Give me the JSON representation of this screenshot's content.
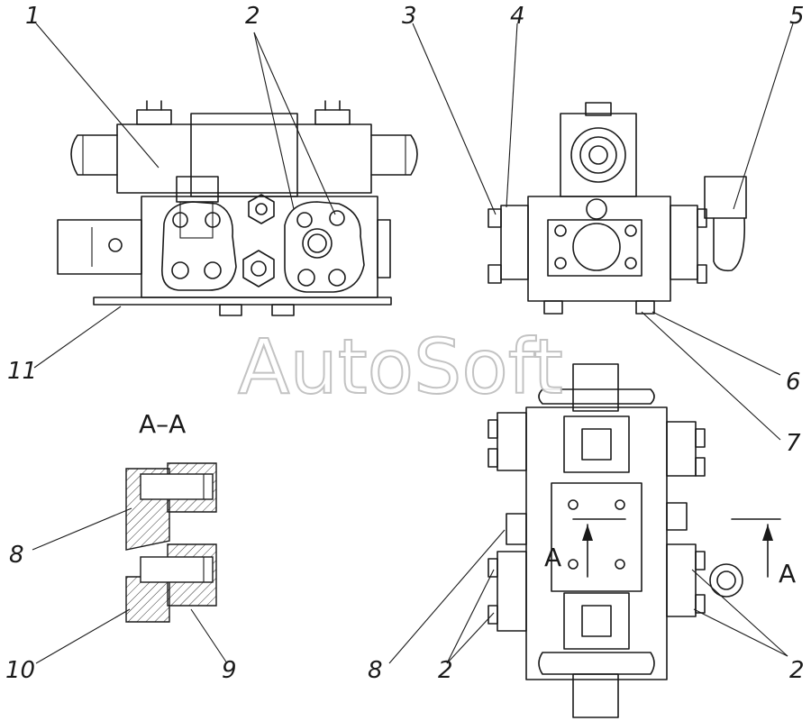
{
  "watermark": "AutoSoft",
  "section_title": "A–A",
  "section_marker": "A",
  "callouts": {
    "c1": "1",
    "c2_top": "2",
    "c3": "3",
    "c4": "4",
    "c5": "5",
    "c6": "6",
    "c7": "7",
    "c8_section": "8",
    "c8_plan": "8",
    "c9": "9",
    "c10": "10",
    "c11": "11",
    "c2_bottom_left": "2",
    "c2_bottom_right": "2"
  }
}
